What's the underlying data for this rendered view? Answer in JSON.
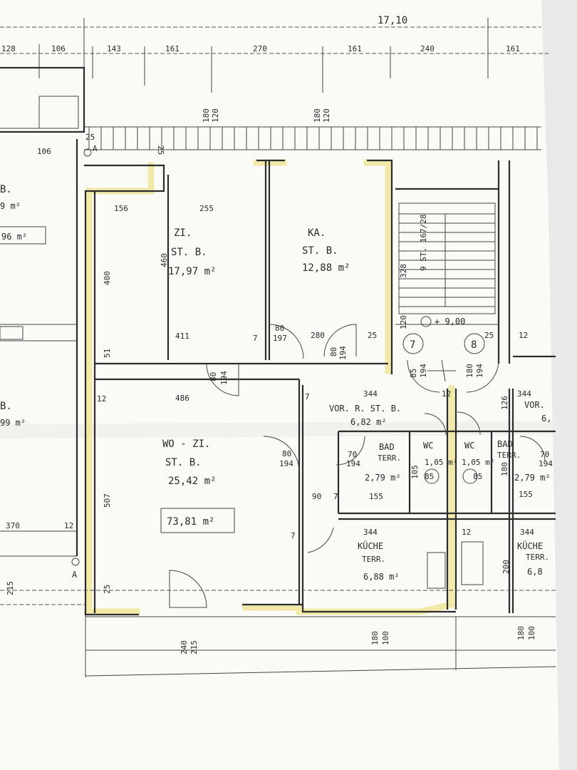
{
  "dimensions": {
    "total": "17,10",
    "top_row": [
      "128",
      "106",
      "143",
      "161",
      "270",
      "161",
      "240",
      "161"
    ],
    "left_col": [
      "106",
      "25"
    ],
    "vertical_pairs": [
      [
        "180",
        "120"
      ],
      [
        "180",
        "120"
      ]
    ],
    "misc": {
      "d25a": "25",
      "d25b": "25",
      "d156": "156",
      "d255": "255",
      "d400": "400",
      "d460": "460",
      "d411": "411",
      "d7a": "7",
      "d80a": "80",
      "d197": "197",
      "d280": "280",
      "d25c": "25",
      "d51": "51",
      "d80b": "80",
      "d194a": "194",
      "d80c": "80",
      "d194b": "194",
      "d486": "486",
      "d12a": "12",
      "d7b": "7",
      "d344": "344",
      "d507": "507",
      "d25d": "25",
      "d370": "370",
      "d12b": "12",
      "d215a": "215",
      "d240": "240",
      "d215b": "215",
      "d180b": "180",
      "d100": "100",
      "d180c": "180",
      "d100b": "100",
      "d80d": "80",
      "d194c": "194",
      "d90": "90",
      "d7c": "7",
      "d7d": "7",
      "d70": "70",
      "d194d": "194",
      "d155": "155",
      "d105": "105",
      "d85a": "85",
      "d85b": "85",
      "d155b": "155",
      "d344b": "344",
      "d12c": "12",
      "d344c": "344",
      "d200": "200",
      "d25e": "25",
      "d12d": "12",
      "d328": "328",
      "d120": "120",
      "d85c": "85",
      "d194e": "194",
      "d180d": "180",
      "d194f": "194",
      "d126": "126",
      "d344d": "344",
      "d70b": "70",
      "d194g": "194",
      "d155c": "155",
      "d180e": "180",
      "d12e": "12"
    }
  },
  "rooms": {
    "zi": {
      "name": "ZI.",
      "floor": "ST. B.",
      "area": "17,97 m²"
    },
    "ka": {
      "name": "KA.",
      "floor": "ST. B.",
      "area": "12,88 m²"
    },
    "wozi": {
      "name": "WO - ZI.",
      "floor": "ST. B.",
      "area": "25,42 m²"
    },
    "vorr": {
      "name": "VOR. R. ST. B.",
      "area": "6,82 m²"
    },
    "bad": {
      "name": "BAD",
      "sub": "TERR.",
      "area": "2,79 m²"
    },
    "wc": {
      "name": "WC",
      "area": "1,05 m²"
    },
    "kueche": {
      "name": "KÜCHE",
      "sub": "TERR.",
      "area": "6,88 m²"
    },
    "wc2": {
      "name": "WC",
      "area": "1,05 m²"
    },
    "bad2": {
      "name": "BAD",
      "sub": "TERR.",
      "area": "2,79 m²"
    },
    "kueche2": {
      "name": "KÜCHE",
      "sub": "TERR.",
      "area": "6,8"
    },
    "vor2": {
      "name": "VOR.",
      "area": "6,"
    }
  },
  "total_area": "73,81 m²",
  "stair": {
    "label": "9 ST. 167/28",
    "level": "+ 9,00",
    "num7": "7",
    "num8": "8"
  },
  "left_fragments": {
    "a": "B.",
    "b": "9 m²",
    "c": "96 m²",
    "d": "B.",
    "e": "99 m²",
    "axis": "A",
    "axis_top": "A"
  }
}
